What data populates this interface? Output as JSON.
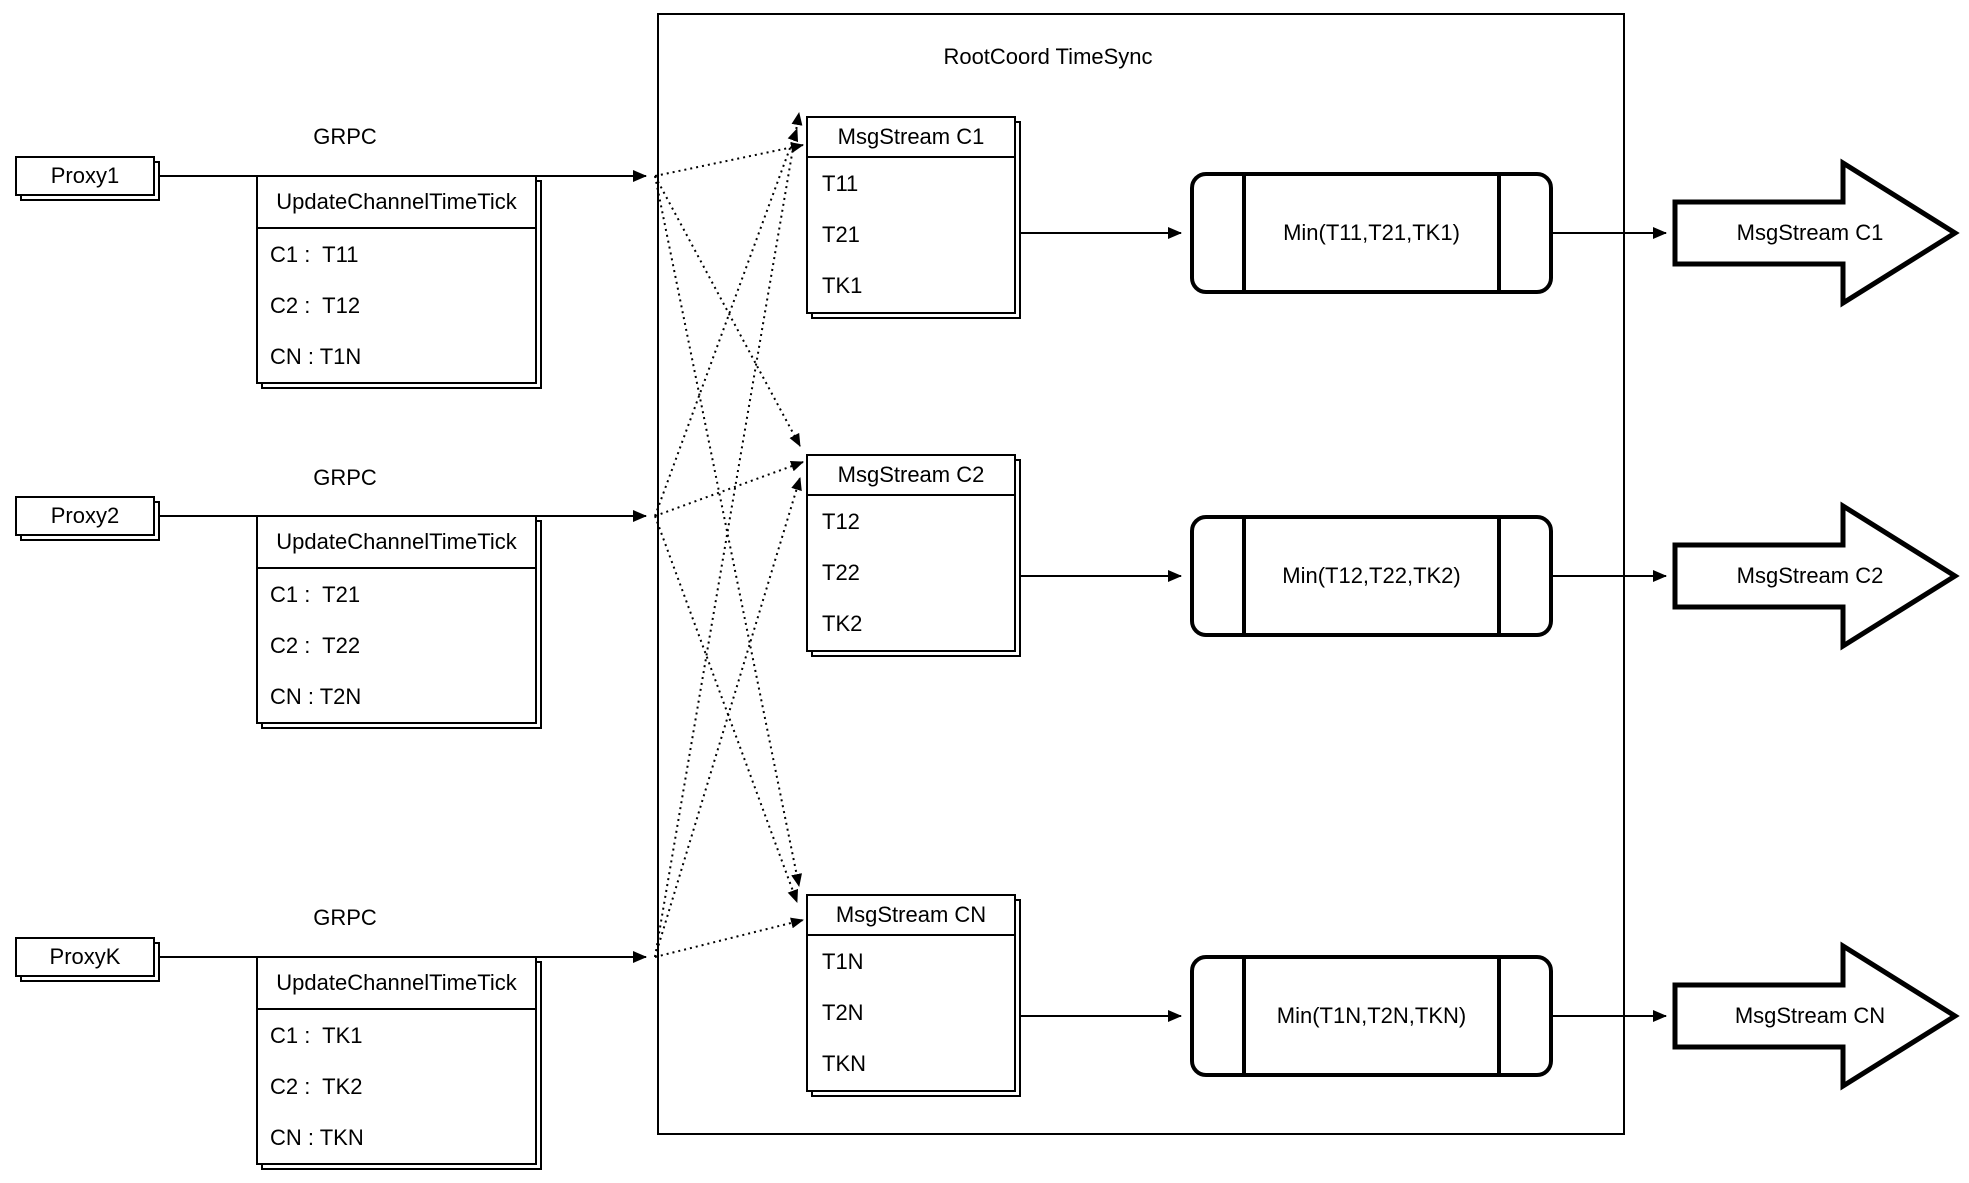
{
  "root": {
    "title": "RootCoord TimeSync"
  },
  "labels": {
    "grpc": "GRPC",
    "update_table_title": "UpdateChannelTimeTick"
  },
  "rows": [
    {
      "proxy": "Proxy1",
      "ticks": [
        "C1 :  T11",
        "C2 :  T12",
        "CN : T1N"
      ],
      "stream_title": "MsgStream C1",
      "stream_ticks": [
        "T11",
        "T21",
        "TK1"
      ],
      "min": "Min(T11,T21,TK1)",
      "out": "MsgStream C1"
    },
    {
      "proxy": "Proxy2",
      "ticks": [
        "C1 :  T21",
        "C2 :  T22",
        "CN : T2N"
      ],
      "stream_title": "MsgStream C2",
      "stream_ticks": [
        "T12",
        "T22",
        "TK2"
      ],
      "min": "Min(T12,T22,TK2)",
      "out": "MsgStream C2"
    },
    {
      "proxy": "ProxyK",
      "ticks": [
        "C1 :  TK1",
        "C2 :  TK2",
        "CN : TKN"
      ],
      "stream_title": "MsgStream CN",
      "stream_ticks": [
        "T1N",
        "T2N",
        "TKN"
      ],
      "min": "Min(T1N,T2N,TKN)",
      "out": "MsgStream CN"
    }
  ]
}
